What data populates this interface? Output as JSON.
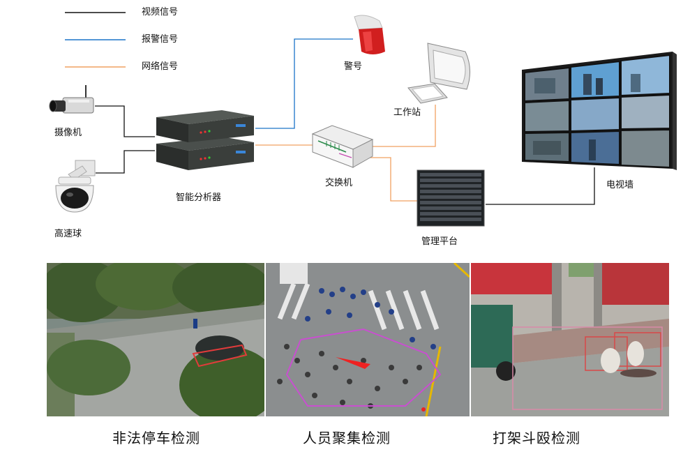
{
  "legend": {
    "video": {
      "label": "视频信号",
      "color": "#111111"
    },
    "alarm": {
      "label": "报警信号",
      "color": "#1a73c8"
    },
    "network": {
      "label": "网络信号",
      "color": "#f0a060"
    }
  },
  "devices": {
    "camera": "摄像机",
    "dome": "高速球",
    "analyzer": "智能分析器",
    "alarm": "警号",
    "workstation": "工作站",
    "switch": "交换机",
    "platform": "管理平台",
    "videowall": "电视墙"
  },
  "captions": {
    "parking": "非法停车检测",
    "crowd": "人员聚集检测",
    "fight": "打架斗殴检测"
  },
  "icons": {
    "camera": "box-camera-icon",
    "dome": "dome-camera-icon",
    "analyzer": "analyzer-box-icon",
    "alarm": "siren-icon",
    "workstation": "computer-icon",
    "switch": "network-switch-icon",
    "platform": "server-rack-icon",
    "videowall": "video-wall-icon"
  }
}
